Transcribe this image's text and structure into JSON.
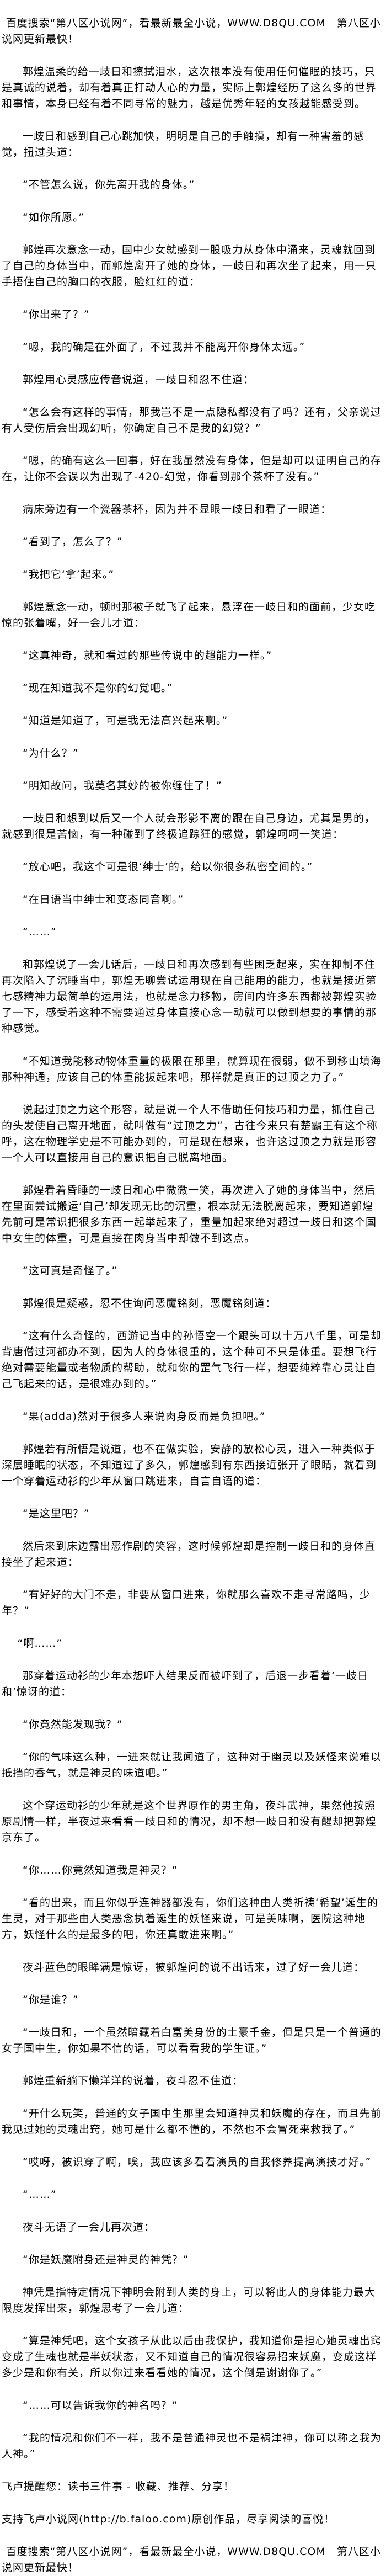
{
  "banner_top": "百度搜索“第八区小说网”，看最新最全小说，WWW.D8QU.COM　第八区小说网更新最快！",
  "paragraphs": [
    "郭煌温柔的给一歧日和擦拭泪水，这次根本没有使用任何催眠的技巧，只是真诚的说着，却有着真正打动人心的力量，实际上郭煌经历了这么多的世界和事情，本身已经有着不同寻常的魅力，越是优秀年轻的女孩越能感受到。",
    "一歧日和感到自己心跳加快，明明是自己的手触摸，却有一种害羞的感觉，扭过头道：",
    "“不管怎么说，你先离开我的身体。”",
    "“如你所愿。”",
    "郭煌再次意念一动，国中少女就感到一股吸力从身体中涌来，灵魂就回到了自己的身体当中，而郭煌离开了她的身体，一歧日和再次坐了起来，用一只手捂住自己的胸口的衣服，脸红红的道：",
    "“你出来了？”",
    "“嗯，我的确是在外面了，不过我并不能离开你身体太远。”",
    "郭煌用心灵感应传音说道，一歧日和忍不住道：",
    "“怎么会有这样的事情，那我岂不是一点隐私都没有了吗？还有，父亲说过有人受伤后会出现幻听，你确定自己不是我的幻觉？”",
    "“嗯，的确有这么一回事，好在我虽然没有身体，但是却可以证明自己的存在，让你不会误以为出现了-420-幻觉，你看到那个茶杯了没有。”",
    "病床旁边有一个瓷器茶杯，因为并不显眼一歧日和看了一眼道：",
    "“看到了，怎么了？”",
    "“我把它‘拿’起来。”",
    "郭煌意念一动，顿时那被子就飞了起来，悬浮在一歧日和的面前，少女吃惊的张着嘴，好一会儿才道：",
    "“这真神奇，就和看过的那些传说中的超能力一样。”",
    "“现在知道我不是你的幻觉吧。”",
    "“知道是知道了，可是我无法高兴起来啊。”",
    "“为什么？”",
    "“明知故问，我莫名其妙的被你缠住了！”",
    "一歧日和想到以后又一个人就会形影不离的跟在自己身边，尤其是男的，就感到很是苦恼，有一种碰到了终极追踪狂的感觉，郭煌呵呵一笑道：",
    "“放心吧，我这个可是很‘绅士’的，给以你很多私密空间的。”",
    "“在日语当中绅士和变态同音啊。”",
    "“……”",
    "和郭煌说了一会儿话后，一歧日和再次感到有些困乏起来，实在抑制不住再次陷入了沉睡当中，郭煌无聊尝试运用现在自己能用的能力，也就是接近第七感精神力最简单的运用法，也就是念力移物，房间内许多东西都被郭煌实验了一下，感受着这种不需要通过身体直接心念一动就可以做到想要的事情的那种感觉。",
    "“不知道我能移动物体重量的极限在那里，就算现在很弱，做不到移山填海那种神通，应该自己的体重能拔起来吧，那样就是真正的过顶之力了。”",
    "说起过顶之力这个形容，就是说一个人不借助任何技巧和力量，抓住自己的头发使自己离开地面，就叫做有“过顶之力”，古往今来只有楚霸王有这个称呼，这在物理学史是不可能办到的，可是现在想来，也许这过顶之力就是形容一个人可以直接用自己的意识把自己脱离地面。",
    "郭煌看着昏睡的一歧日和心中微微一笑，再次进入了她的身体当中，然后在里面尝试搬运‘自己’却发现无比的沉重，根本就无法脱离起来，要知道郭煌先前可是常识把很多东西一起举起来了，重量加起来绝对超过一歧日和这个国中女生的体重，可是直接在肉身当中却做不到这点。",
    "“这可真是奇怪了。”",
    "郭煌很是疑惑，忍不住询问恶魔铭刻，恶魔铭刻道：",
    "“这有什么奇怪的，西游记当中的孙悟空一个跟头可以十万八千里，可是却背唐僧过河都办不到，因为人的身体很重的，这个种可不只是体重。要想飞行绝对需要能量或者物质的帮助，就和你的罡气飞行一样，想要纯粹靠心灵让自己飞起来的话，是很难办到的。”",
    "“果(adda)然对于很多人来说肉身反而是负担吧。”",
    "郭煌若有所悟是说道，也不在做实验，安静的放松心灵，进入一种类似于深层睡眠的状态，不知道过了多久，郭煌感到有东西接近张开了眼睛，就看到一个穿着运动衫的少年从窗口跳进来，自言自语的道：",
    "“是这里吧？”",
    "然后来到床边露出恶作剧的笑容，这时候郭煌却是控制一歧日和的身体直接坐了起来道：",
    "“有好好的大门不走，非要从窗口进来，你就那么喜欢不走寻常路吗，少年？”",
    "“啊……”",
    "那穿着运动衫的少年本想吓人结果反而被吓到了，后退一步看着‘一歧日和’惊讶的道：",
    "“你竟然能发现我？”",
    "“你的气味这么种，一进来就让我闻道了，这种对于幽灵以及妖怪来说难以抵挡的香气，就是神灵的味道吧。”",
    "这个穿运动衫的少年就是这个世界原作的男主角，夜斗武神，果然他按照原剧情一样，半夜过来看看一歧日和的情况，却不想一歧日和没有醒却把郭煌京东了。",
    "“你……你竟然知道我是神灵？”",
    "“看的出来，而且你似乎连神器都没有，你们这种由人类祈祷‘希望’诞生的生灵，对于那些由人类恶念执着诞生的妖怪来说，可是美味啊，医院这种地方，妖怪什么的是最多的吧，你还真敢进来啊。”",
    "夜斗蓝色的眼眸满是惊讶，被郭煌问的说不出话来，过了好一会儿道：",
    "“你是谁？”",
    "“一歧日和，一个虽然暗藏着白富美身份的土豪千金，但是只是一个普通的女子国中生，你如果不信的话，可以看看我的学生证。”",
    "郭煌重新躺下懒洋洋的说着，夜斗忍不住道：",
    "“开什么玩笑，普通的女子国中生那里会知道神灵和妖魔的存在，而且先前我见过她的灵魂出窍，她可是什么都不懂的，不然也不会冒死来救我了。”",
    "“哎呀，被识穿了啊，唉，我应该多看看演员的自我修养提高演技才好。”",
    "“……”",
    "夜斗无语了一会儿再次道：",
    "“你是妖魔附身还是神灵的神凭？”",
    "神凭是指特定情况下神明会附到人类的身上，可以将此人的身体能力最大限度发挥出来，郭煌思考了一会儿道：",
    "“算是神凭吧，这个女孩子从此以后由我保护，我知道你是担心她灵魂出窍变成了生魂也就是半妖状态，又不知道自己的情况很容易招来妖魔，变成这样多少是和你有关，所以你过来看看她的情况，这个倒是谢谢你了。”",
    "“……可以告诉我你的神名吗？”",
    "“我的情况和你们不一样，我不是普通神灵也不是祸津神，你可以称之我为人神。”"
  ],
  "footer": {
    "reminder": "飞卢提醒您：读书三件事 - 收藏、推荐、分享！",
    "support": "支持飞卢小说网(http://b.faloo.com)原创作品，尽享阅读的喜悦！",
    "banner_bottom": "百度搜索“第八区小说网”，看最新最全小说，WWW.D8QU.COM　第八区小说网更新最快！"
  }
}
